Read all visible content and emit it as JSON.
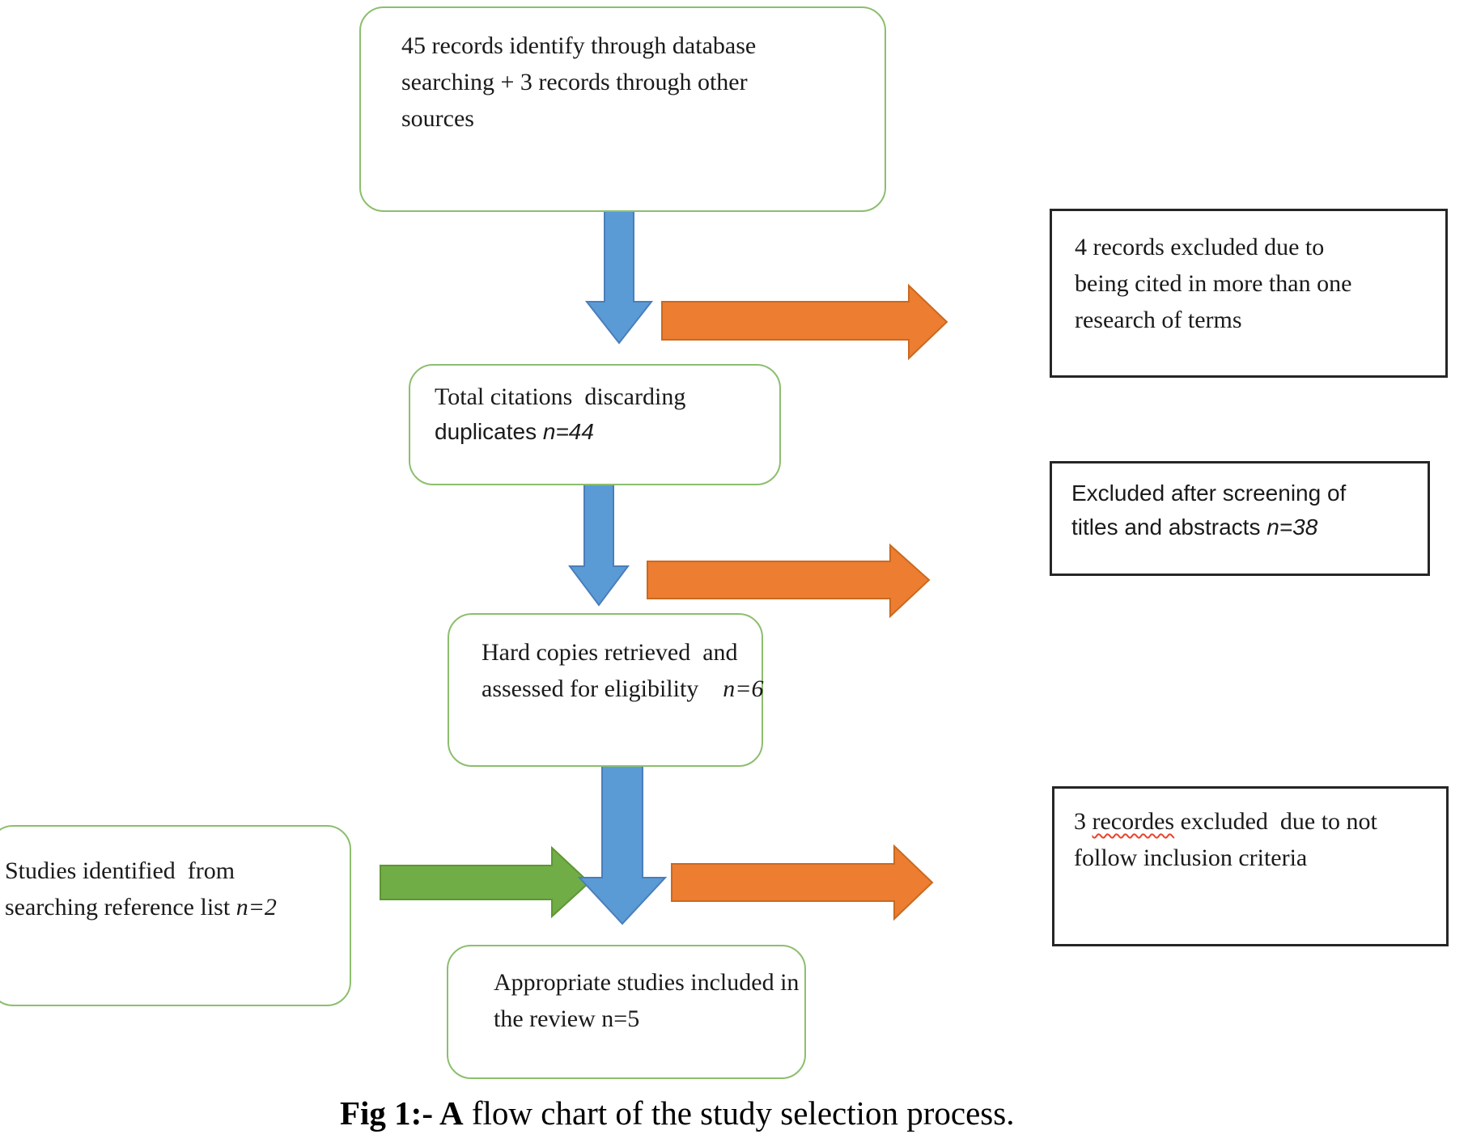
{
  "figure": {
    "caption_bold": "Fig 1:- A",
    "caption_rest": " flow chart of the study selection process."
  },
  "boxes": {
    "identification": {
      "text": "45 records identify through database\nsearching + 3 records through other\nsources"
    },
    "dedup": {
      "line1": "Total citations  discarding",
      "line2": "duplicates ",
      "n": "n=44"
    },
    "eligibility": {
      "line1": "Hard copies retrieved  and",
      "line2": "assessed for eligibility    ",
      "n": "n=6"
    },
    "reference": {
      "line1": "Studies identified  from",
      "line2": "searching reference list ",
      "n": "n=2"
    },
    "included": {
      "line1": "Appropriate studies included in",
      "line2": "the review ",
      "n": "n=5"
    },
    "excluded_duplicates": {
      "text": "4 records excluded due to\nbeing cited in more than one\nresearch of terms"
    },
    "excluded_screening": {
      "line1": "Excluded after screening of",
      "line2": "titles and abstracts ",
      "n": "n=38"
    },
    "excluded_criteria": {
      "pre": "3 ",
      "misspelled": "recordes",
      "post": " excluded  due to not",
      "line2": "follow inclusion criteria"
    }
  },
  "colors": {
    "box_border_green": "#8CBE6E",
    "box_border_dark": "#262626",
    "arrow_blue": "#5B9BD5",
    "arrow_orange": "#ED7D31",
    "arrow_green": "#70AD47",
    "spellcheck_red": "#E8442C",
    "text": "#1a1a1a"
  }
}
